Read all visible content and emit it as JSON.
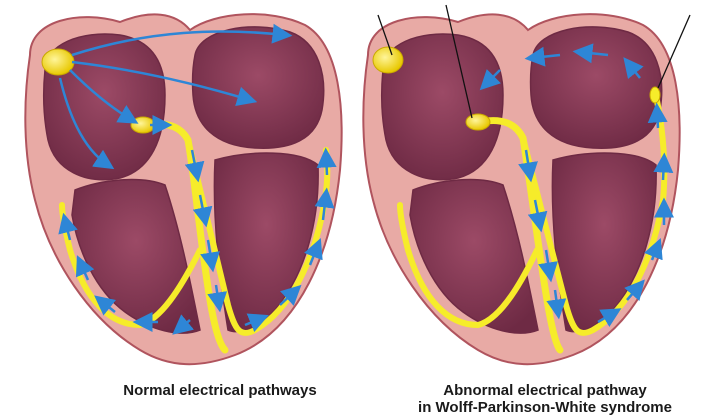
{
  "colors": {
    "background": "#f8ede8",
    "heart_outer": "#e8aaa5",
    "heart_outline": "#b0545e",
    "chamber": "#8e3e58",
    "chamber_dark": "#6e2a44",
    "conduction": "#f6ec2a",
    "node": "#f2d600",
    "arrow": "#2e86d6",
    "caption_text": "#1a1a1a"
  },
  "panels": {
    "normal": {
      "caption": "Normal electrical pathways"
    },
    "abnormal": {
      "caption_line1": "Abnormal electrical pathway",
      "caption_line2": "in Wolff-Parkinson-White syndrome"
    }
  }
}
